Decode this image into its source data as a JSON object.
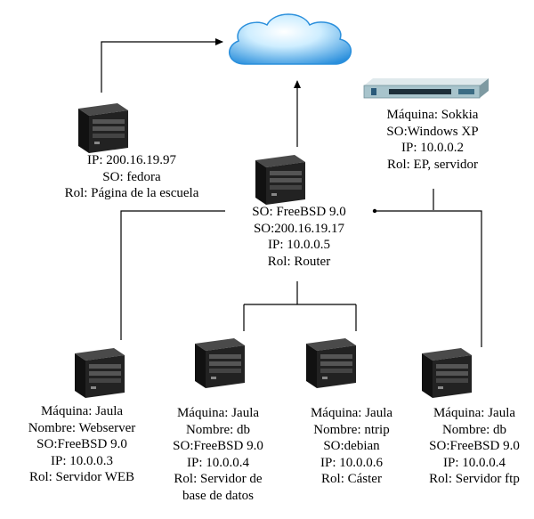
{
  "diagram": {
    "cloud": {
      "icon": "cloud-icon"
    },
    "web_server": {
      "icon": "tower-server-icon",
      "lines": [
        "IP: 200.16.19.97",
        "SO: fedora",
        "Rol: Página de la escuela"
      ]
    },
    "router": {
      "icon": "tower-server-icon",
      "lines": [
        "SO: FreeBSD 9.0",
        "SO:200.16.19.17",
        "IP: 10.0.0.5",
        "Rol: Router"
      ]
    },
    "sokkia": {
      "icon": "rack-server-icon",
      "lines": [
        "Máquina: Sokkia",
        "SO:Windows XP",
        "IP: 10.0.0.2",
        "Rol: EP, servidor"
      ]
    },
    "jails": [
      {
        "icon": "tower-server-icon",
        "lines": [
          "Máquina: Jaula",
          "Nombre: Webserver",
          "SO:FreeBSD 9.0",
          "IP: 10.0.0.3",
          "Rol: Servidor WEB"
        ]
      },
      {
        "icon": "tower-server-icon",
        "lines": [
          "Máquina: Jaula",
          "Nombre: db",
          "SO:FreeBSD 9.0",
          "IP: 10.0.0.4",
          "Rol: Servidor de",
          "base de datos"
        ]
      },
      {
        "icon": "tower-server-icon",
        "lines": [
          "Máquina: Jaula",
          "Nombre: ntrip",
          "SO:debian",
          "IP: 10.0.0.6",
          "Rol: Cáster"
        ]
      },
      {
        "icon": "tower-server-icon",
        "lines": [
          "Máquina: Jaula",
          "Nombre: db",
          "SO:FreeBSD 9.0",
          "IP: 10.0.0.4",
          "Rol: Servidor ftp"
        ]
      }
    ],
    "colors": {
      "line": "#000000",
      "cloud_light": "#d8f0ff",
      "cloud_dark": "#2a8fdc",
      "server_body": "#1a1a1a",
      "rack_body": "#a8c4cc"
    }
  }
}
